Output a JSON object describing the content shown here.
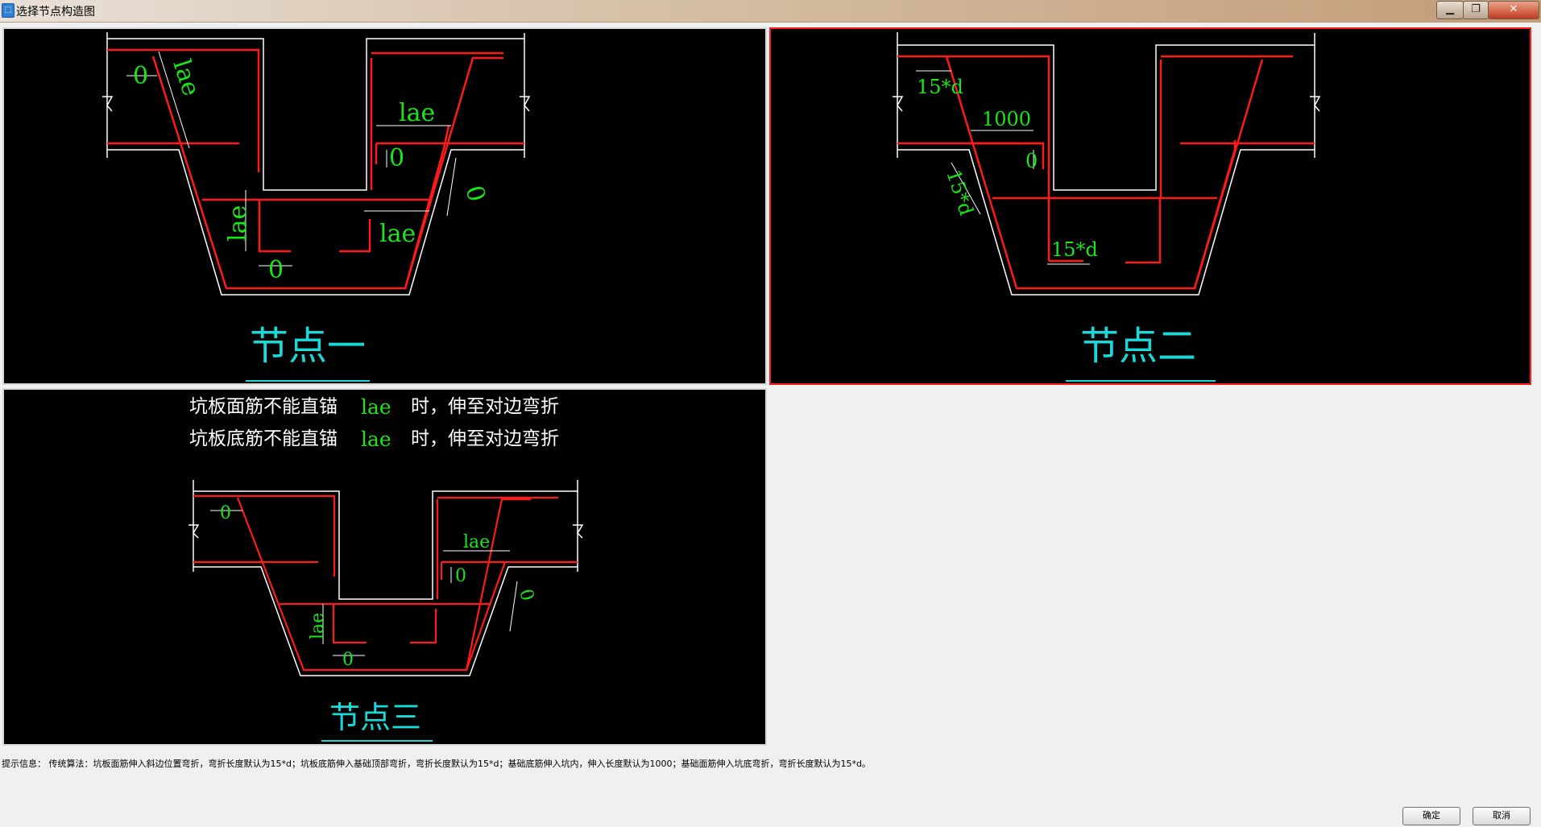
{
  "window": {
    "title": "选择节点构造图",
    "icon": "app-icon"
  },
  "panels": {
    "node1": {
      "caption": "节点一",
      "labels": {
        "lae_top": "lae",
        "lae_right": "lae",
        "lae_right_low": "lae",
        "lae_left_v": "lae",
        "zero_tl": "0",
        "zero_r": "0",
        "zero_rs": "0",
        "zero_b": "0"
      }
    },
    "node2": {
      "caption": "节点二",
      "selected": true,
      "labels": {
        "d15_tl": "15*d",
        "d1000": "1000",
        "zero": "0",
        "d15_slope": "15*d",
        "d15_bottom": "15*d"
      }
    },
    "node3": {
      "caption": "节点三",
      "note_line1_a": "坑板面筋不能直锚",
      "note_line1_b": "lae",
      "note_line1_c": "时，伸至对边弯折",
      "note_line2_a": "坑板底筋不能直锚",
      "note_line2_b": "lae",
      "note_line2_c": "时，伸至对边弯折",
      "labels": {
        "zero_tl": "0",
        "lae_r": "lae",
        "zero_r": "0",
        "zero_rs": "0",
        "lae_left_v": "lae",
        "zero_b": "0"
      }
    }
  },
  "hint_text": "提示信息：   传统算法：坑板面筋伸入斜边位置弯折，弯折长度默认为15*d；坑板底筋伸入基础顶部弯折，弯折长度默认为15*d；基础底筋伸入坑内，伸入长度默认为1000；基础面筋伸入坑底弯折，弯折长度默认为15*d。",
  "buttons": {
    "ok": "确定",
    "cancel": "取消"
  },
  "colors": {
    "rebar": "#ff1a1a",
    "outline": "#ffffff",
    "dim_text": "#19e619",
    "caption": "#1ad9d9",
    "selected_border": "#ff1a1a"
  }
}
